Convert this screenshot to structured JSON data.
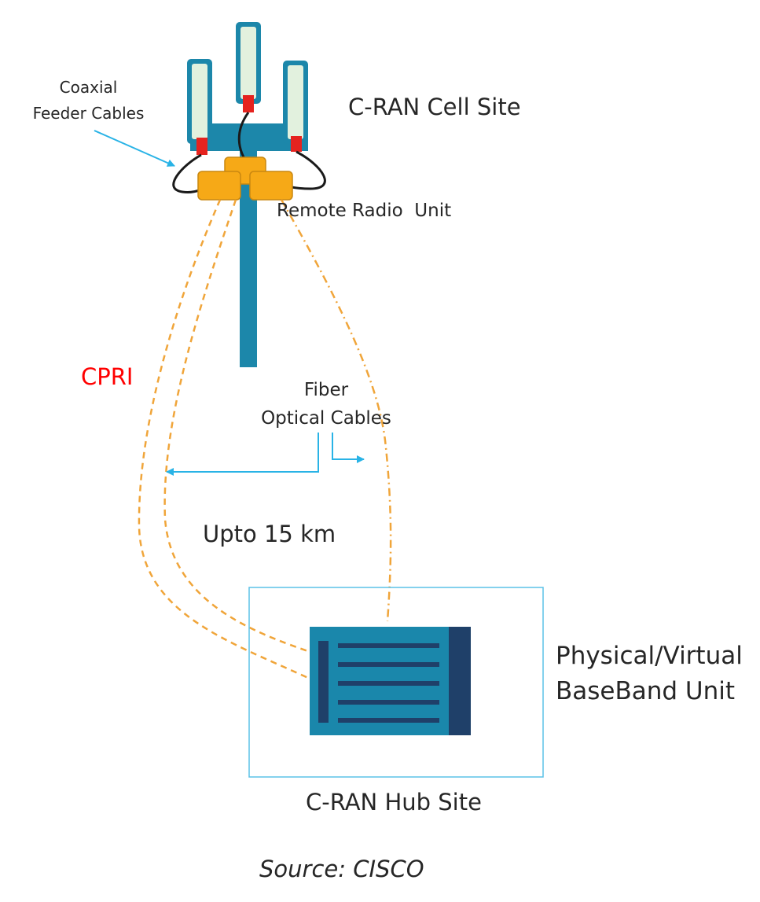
{
  "labels": {
    "coaxial_line1": "Coaxial",
    "coaxial_line2": "Feeder Cables",
    "cell_site": "C-RAN Cell Site",
    "rru": "Remote Radio  Unit",
    "cpri": "CPRI",
    "fiber_line1": "Fiber",
    "fiber_line2": "Optical Cables",
    "distance": "Upto 15 km",
    "bbu_line1": "Physical/Virtual",
    "bbu_line2": "BaseBand Unit",
    "hub_site": "C-RAN Hub Site",
    "source": "Source: CISCO"
  },
  "colors": {
    "tower": "#1c87aa",
    "antenna_fill": "#e2f1de",
    "connector": "#e5231f",
    "rru": "#f6a917",
    "fiber": "#f0a53a",
    "arrow": "#29b3e6",
    "hub_border": "#5bc2e7",
    "bbu": "#1a87ab",
    "bbu_dark": "#1f4069",
    "cpri_text": "#ff0000"
  }
}
